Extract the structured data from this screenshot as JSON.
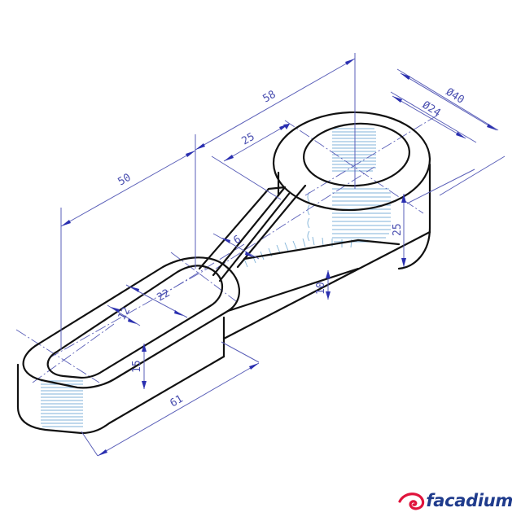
{
  "drawing": {
    "title": "Isometric drawing of a connecting lever with slotted arm and bored boss",
    "colors": {
      "object_lines": "#111111",
      "dimension_lines": "#5a5fb8",
      "dimension_text": "#4a4fb0",
      "hatching": "#7fb2d8"
    },
    "dimensions": {
      "overall_center_distance": "58",
      "slot_to_web": "50",
      "boss_offset": "25",
      "boss_outer_diameter": "Ø40",
      "boss_inner_diameter": "Ø24",
      "boss_height": "25",
      "web_thickness": "6",
      "arm_thickness": "10",
      "slot_length": "22",
      "slot_width": "12",
      "base_height": "15",
      "base_length": "61"
    }
  },
  "logo": {
    "brand": "facadium",
    "brand_color": "#1f3b8c",
    "swirl_color": "#e0143c"
  }
}
